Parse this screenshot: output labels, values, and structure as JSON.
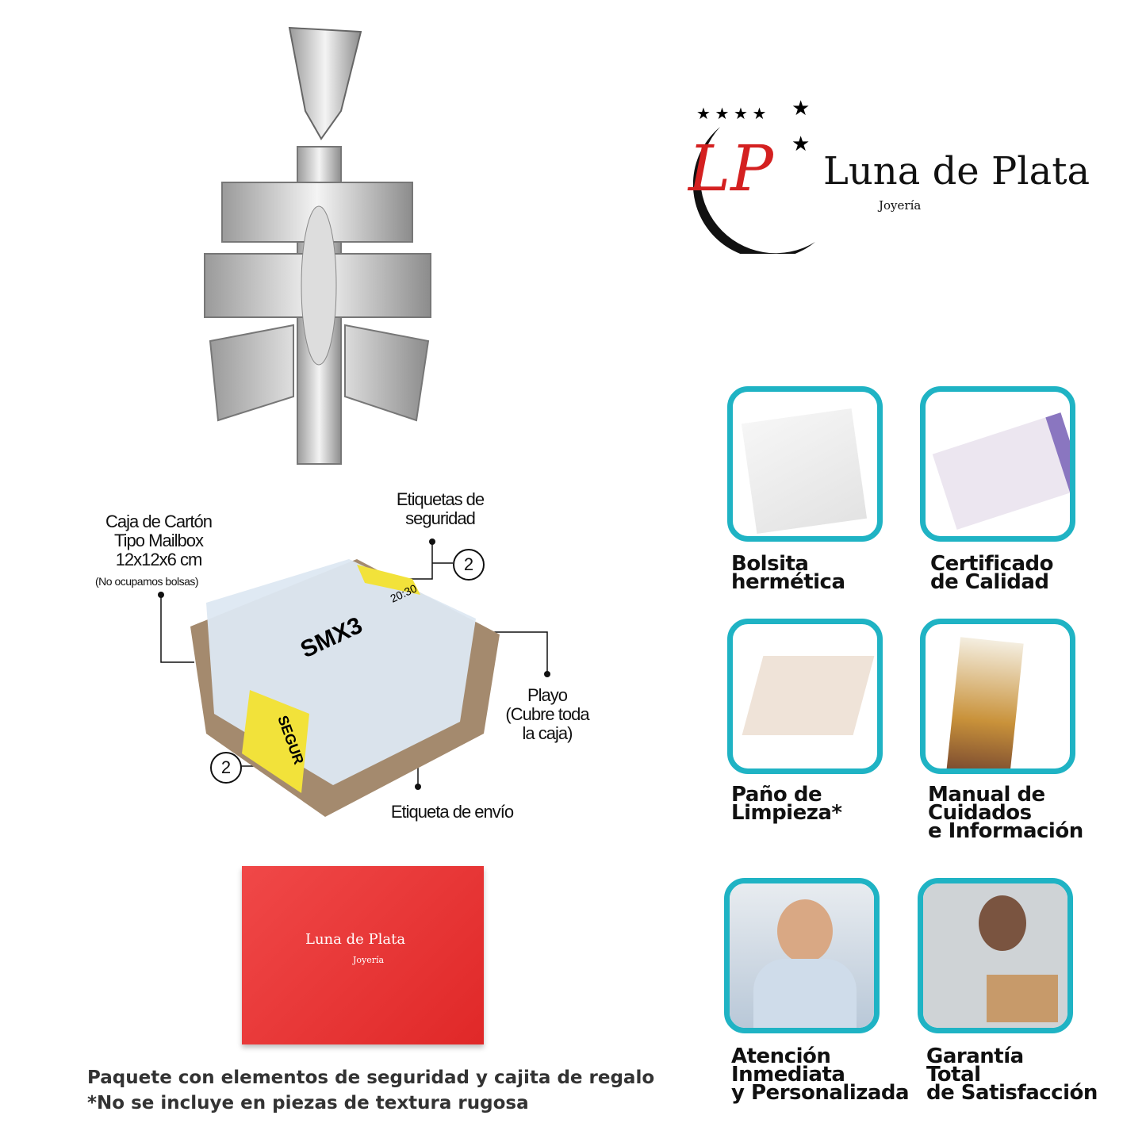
{
  "logo": {
    "brand": "Luna de Plata",
    "sub": "Joyería"
  },
  "package": {
    "box_label": "Caja de Cartón\nTipo Mailbox\n12x12x6 cm",
    "box_note": "(No ocupamos bolsas)",
    "security_labels": "Etiquetas de\nseguridad",
    "security_count": "2",
    "side_count": "2",
    "wrap": "Playo\n(Cubre toda\nla caja)",
    "shipping_label": "Etiqueta de envío",
    "shipping_code": "SMX3",
    "shipping_time": "20:30",
    "side_sticker": "SEGUR"
  },
  "giftbox": {
    "brand": "Luna de Plata",
    "sub": "Joyería"
  },
  "footer": {
    "line1": "Paquete con elementos de seguridad y cajita de regalo",
    "line2": "*No se incluye en piezas de textura rugosa"
  },
  "features": [
    {
      "label": "Bolsita\nhermética"
    },
    {
      "label": "Certificado\nde Calidad"
    },
    {
      "label": "Paño de\nLimpieza*"
    },
    {
      "label": "Manual de\nCuidados\ne Información"
    },
    {
      "label": "Atención\nInmediata\ny Personalizada"
    },
    {
      "label": "Garantía\nTotal\nde Satisfacción"
    }
  ],
  "colors": {
    "teal": "#1fb3c4",
    "red": "#d42020",
    "giftbox": "#ee3a3a"
  }
}
